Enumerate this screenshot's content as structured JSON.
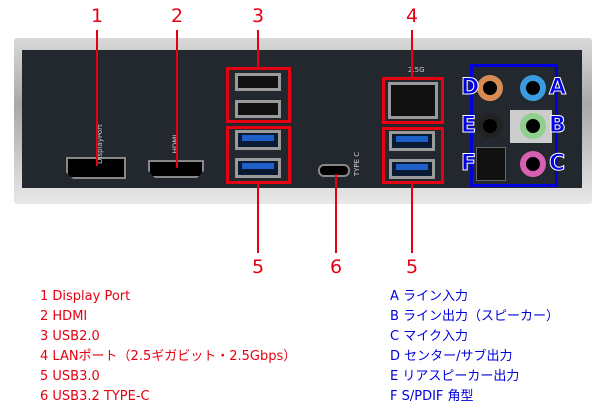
{
  "callouts": [
    "1",
    "2",
    "3",
    "4",
    "5",
    "6"
  ],
  "audio_letters": [
    "A",
    "B",
    "C",
    "D",
    "E",
    "F"
  ],
  "panel_text": {
    "dp": "DisplayPort",
    "hdmi": "HDMI",
    "type_c": "TYPE C",
    "lan": "2.5G"
  },
  "legend_left": [
    "1 Display Port",
    "2 HDMI",
    "3 USB2.0",
    "4 LANポート（2.5ギガビット・2.5Gbps）",
    "5 USB3.0",
    "6 USB3.2 TYPE-C"
  ],
  "legend_right": [
    "A ライン入力",
    "B ライン出力（スピーカー）",
    "C マイク入力",
    "D センター/サブ出力",
    "E リアスピーカー出力",
    "F S/PDIF 角型"
  ],
  "colors": {
    "red": "#e60012",
    "blue": "#0000dd"
  }
}
